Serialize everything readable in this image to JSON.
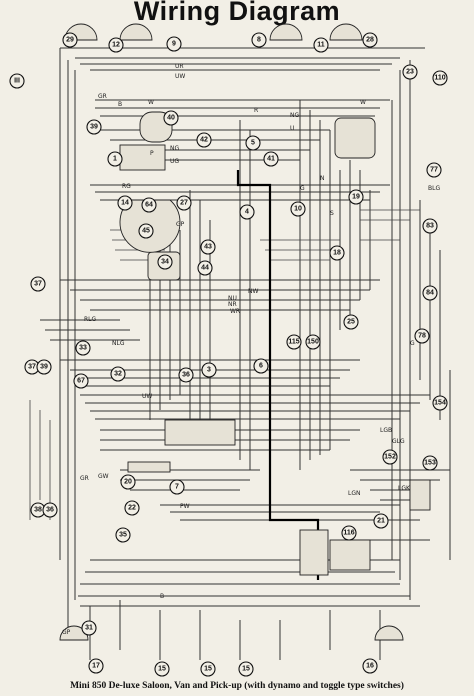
{
  "title": "Wiring Diagram",
  "caption": "Mini 850 De-luxe Saloon, Van and Pick-up (with dynamo and toggle type switches)",
  "component_numbers": [
    "29",
    "12",
    "9",
    "8",
    "11",
    "28",
    "III",
    "110",
    "23",
    "39",
    "40",
    "1",
    "42",
    "5",
    "41",
    "77",
    "14",
    "64",
    "27",
    "43",
    "44",
    "34",
    "45",
    "4",
    "10",
    "19",
    "83",
    "18",
    "84",
    "37",
    "25",
    "115",
    "150",
    "78",
    "33",
    "67",
    "32",
    "36",
    "3",
    "6",
    "7",
    "37",
    "39",
    "154",
    "152",
    "153",
    "20",
    "22",
    "35",
    "116",
    "21",
    "38",
    "36",
    "31",
    "17",
    "15",
    "15",
    "15",
    "16"
  ],
  "wire_codes": [
    "UR",
    "UW",
    "GR",
    "B",
    "W",
    "NG",
    "UG",
    "P",
    "G",
    "GP",
    "RG",
    "NW",
    "NU",
    "NR",
    "WR",
    "NG",
    "RLG",
    "NLG",
    "UW",
    "GW",
    "BLG",
    "GLG",
    "LGN",
    "LGK",
    "PW",
    "GR",
    "B",
    "GP",
    "G",
    "W",
    "R",
    "U",
    "N",
    "LGB",
    "S"
  ]
}
